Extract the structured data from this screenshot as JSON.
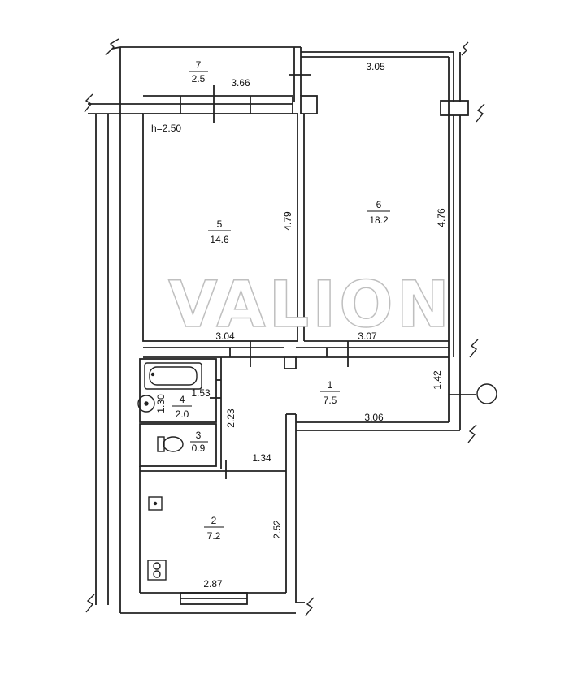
{
  "ceiling_height": "h=2.50",
  "watermark": "VALION",
  "rooms": [
    {
      "number": "7",
      "area": "2.5"
    },
    {
      "number": "6",
      "area": "18.2"
    },
    {
      "number": "5",
      "area": "14.6"
    },
    {
      "number": "4",
      "area": "2.0"
    },
    {
      "number": "3",
      "area": "0.9"
    },
    {
      "number": "2",
      "area": "7.2"
    },
    {
      "number": "1",
      "area": "7.5"
    }
  ],
  "dimensions": {
    "balcony_top": "3.05",
    "room5_top": "3.66",
    "room5_side": "4.79",
    "room6_side": "4.76",
    "room5_bottom": "3.04",
    "room6_bottom": "3.07",
    "hall_right": "1.42",
    "hall_bottom": "3.06",
    "bath_width": "1.53",
    "bath_height": "1.30",
    "bath_side": "2.23",
    "kitchen_top": "1.34",
    "kitchen_side": "2.52",
    "kitchen_bottom": "2.87"
  }
}
